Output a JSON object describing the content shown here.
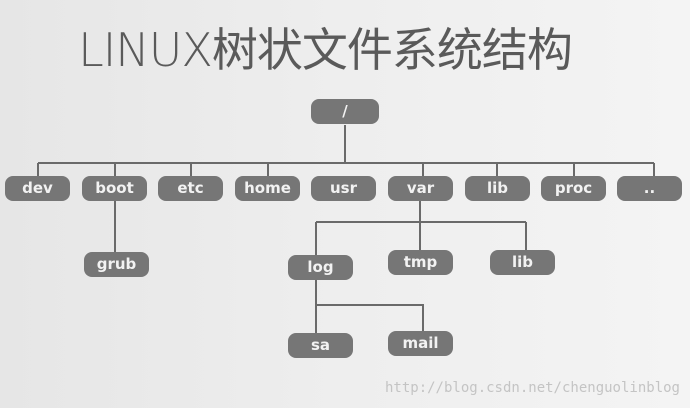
{
  "title": "LINUX树状文件系统结构",
  "watermark": "http://blog.csdn.net/chenguolinblog",
  "nodes": {
    "root": "/",
    "dev": "dev",
    "boot": "boot",
    "etc": "etc",
    "home": "home",
    "usr": "usr",
    "var": "var",
    "lib": "lib",
    "proc": "proc",
    "more": "..",
    "grub": "grub",
    "log": "log",
    "tmp": "tmp",
    "var_lib": "lib",
    "sa": "sa",
    "mail": "mail"
  }
}
